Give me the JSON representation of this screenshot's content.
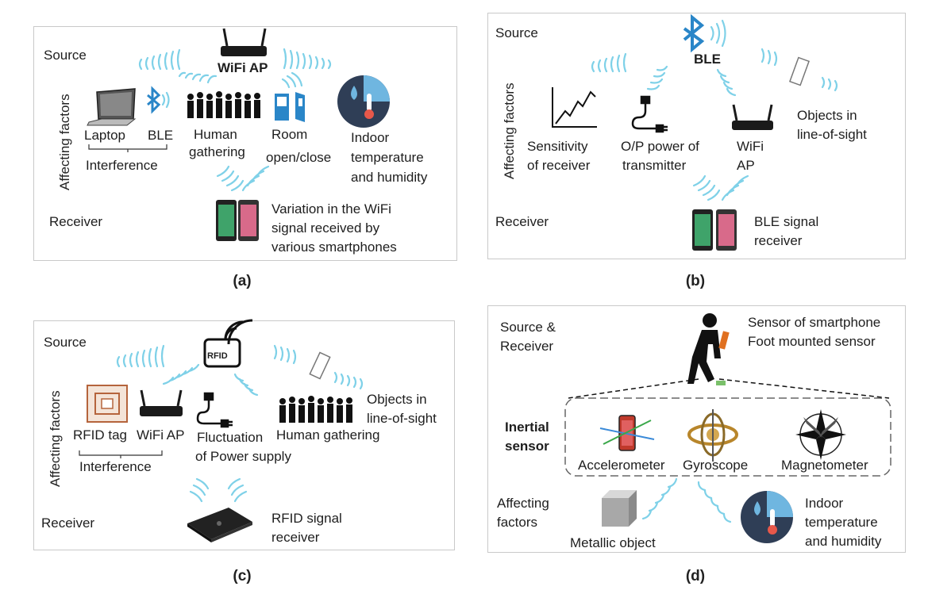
{
  "panel_a": {
    "caption": "(a)",
    "source": "Source",
    "affecting": "Affecting factors",
    "receiver": "Receiver",
    "wifi_ap": "WiFi AP",
    "laptop": "Laptop",
    "ble": "BLE",
    "interference": "Interference",
    "human_1": "Human",
    "human_2": "gathering",
    "room_1": "Room",
    "room_2": "open/close",
    "indoor_1": "Indoor",
    "indoor_2": "temperature",
    "indoor_3": "and humidity",
    "variation_1": "Variation in the WiFi",
    "variation_2": "signal received by",
    "variation_3": "various smartphones"
  },
  "panel_b": {
    "caption": "(b)",
    "source": "Source",
    "affecting": "Affecting factors",
    "receiver": "Receiver",
    "ble": "BLE",
    "sens_1": "Sensitivity",
    "sens_2": "of receiver",
    "op_1": "O/P power of",
    "op_2": "transmitter",
    "wifi_1": "WiFi",
    "wifi_2": "AP",
    "obj_1": "Objects in",
    "obj_2": "line-of-sight",
    "rx_1": "BLE signal",
    "rx_2": "receiver"
  },
  "panel_c": {
    "caption": "(c)",
    "source": "Source",
    "affecting": "Affecting factors",
    "receiver": "Receiver",
    "rfid_logo": "RFID",
    "rfid_tag": "RFID tag",
    "wifi_ap": "WiFi AP",
    "interference": "Interference",
    "fluct_1": "Fluctuation",
    "fluct_2": "of Power supply",
    "human": "Human gathering",
    "obj_1": "Objects in",
    "obj_2": "line-of-sight",
    "rx_1": "RFID signal",
    "rx_2": "receiver"
  },
  "panel_d": {
    "caption": "(d)",
    "src_1": "Source &",
    "src_2": "Receiver",
    "sensor_1": "Sensor of smartphone",
    "sensor_2": "Foot mounted sensor",
    "inertial_1": "Inertial",
    "inertial_2": "sensor",
    "accel": "Accelerometer",
    "gyro": "Gyroscope",
    "magneto": "Magnetometer",
    "aff_1": "Affecting",
    "aff_2": "factors",
    "metallic": "Metallic object",
    "indoor_1": "Indoor",
    "indoor_2": "temperature",
    "indoor_3": "and humidity"
  },
  "colors": {
    "wave": "#7fd1e8",
    "router": "#1a1a1a",
    "water_drop": "#2d8fd0",
    "door": "#2a86c8",
    "rfid_tag": "#b5643c"
  }
}
